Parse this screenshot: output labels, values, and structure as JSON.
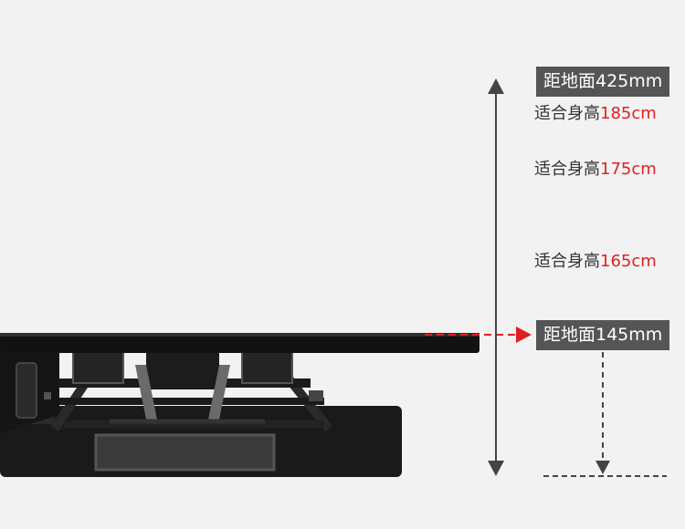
{
  "labels": {
    "top_distance": "距地面425mm",
    "bottom_distance": "距地面145mm"
  },
  "fits": [
    {
      "prefix": "适合身高",
      "value": "185cm"
    },
    {
      "prefix": "适合身高",
      "value": "175cm"
    },
    {
      "prefix": "适合身高",
      "value": "165cm"
    }
  ],
  "colors": {
    "background": "#f2f2f2",
    "tag_background": "#555555",
    "accent_red": "#e02020",
    "desk": "#111111",
    "arrow": "#444444"
  }
}
